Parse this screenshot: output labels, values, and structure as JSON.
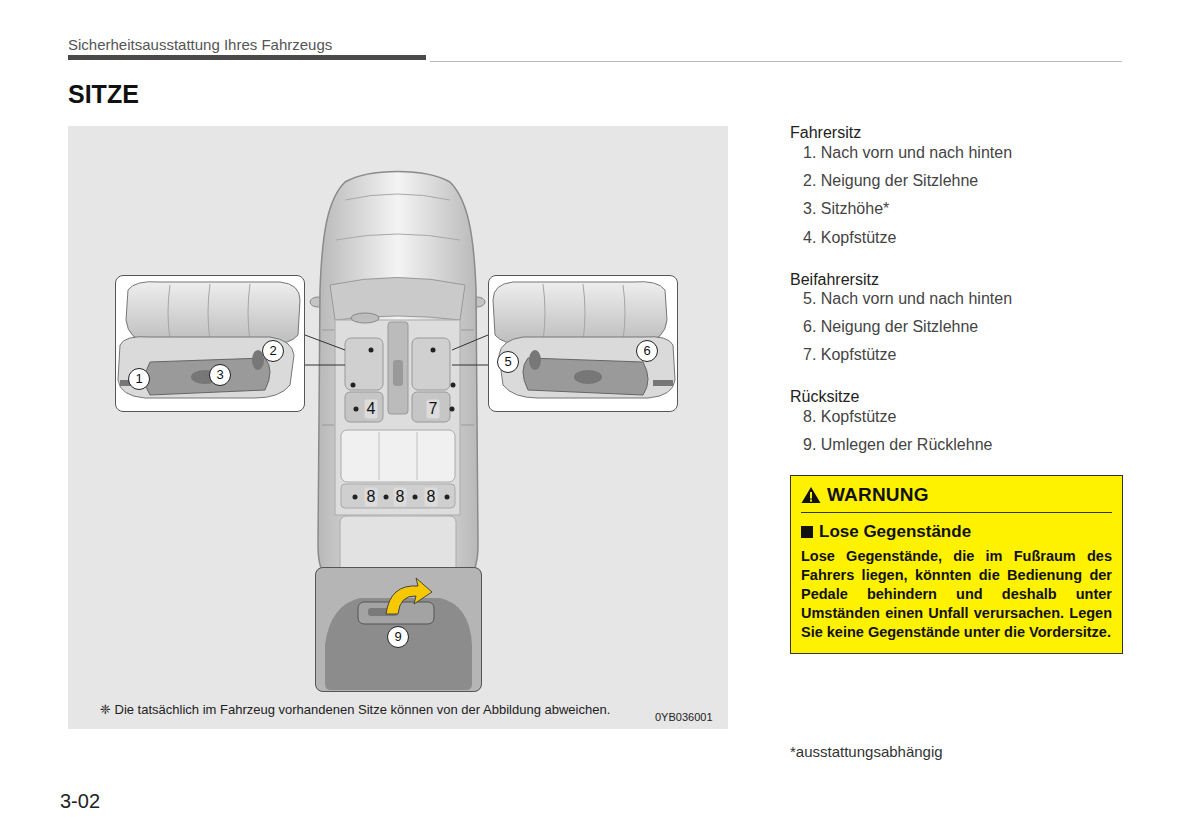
{
  "diagram": {
    "title": "SITZE",
    "nodes": [
      {
        "text": [
          "❈ Die tatsächlich im Fahrzeug vorhandenen Sitze können von der Abbildung abweichen.",
          "0YB036001"
        ]
      },
      {
        "text": [
          "1",
          "2",
          "3"
        ],
        "in": 0
      },
      {
        "text": [
          "5",
          "6"
        ],
        "in": 0
      },
      {
        "text": [
          "9"
        ],
        "in": 0
      },
      {
        "text": [
          "WARNUNG",
          "Lose Gegenstände",
          "Lose Gegenstände, die im Fußraum des Fahrers liegen, könnten die Bedienung der Pedale behindern und deshalb unter Umständen einen Unfall verursachen. Legen Sie keine Gegenstände unter die Vordersitze."
        ]
      }
    ],
    "labels": [
      "Sicherheitsausstattung Ihres Fahrzeugs",
      "4",
      "7",
      "8",
      "8",
      "8",
      "Fahrersitz",
      "1. Nach vorn und nach hinten",
      "2. Neigung der Sitzlehne",
      "3. Sitzhöhe*",
      "4. Kopfstütze",
      "Beifahrersitz",
      "5. Nach vorn und nach hinten",
      "6. Neigung der Sitzlehne",
      "7. Kopfstütze",
      "Rücksitze",
      "8. Kopfstütze",
      "9. Umlegen der Rücklehne",
      "*ausstattungsabhängig",
      "3-02"
    ]
  }
}
